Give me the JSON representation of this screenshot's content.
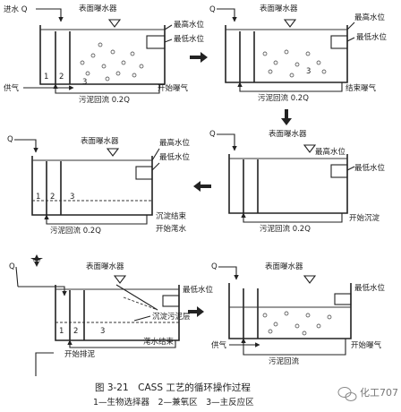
{
  "panels": {
    "p1": {
      "inflow": "进水 Q",
      "aerator": "表面曝水器",
      "high_level": "最高水位",
      "low_level": "最低水位",
      "air": "供气",
      "return": "污泥回流 0.2Q",
      "status": "开始曝气",
      "zones": [
        "1",
        "2",
        "3"
      ]
    },
    "p2": {
      "inflow": "Q",
      "aerator": "表面曝水器",
      "high_level": "最高水位",
      "low_level": "最低水位",
      "return": "污泥回流 0.2Q",
      "status": "结束曝气",
      "zones": [
        "3"
      ]
    },
    "p3": {
      "inflow": "Q",
      "aerator": "表面曝水器",
      "high_level": "最高水位",
      "low_level": "最低水位",
      "return": "污泥回流 0.2Q",
      "status": "开始沉淀",
      "zones": []
    },
    "p4": {
      "inflow": "Q",
      "aerator": "表面曝水器",
      "high_level": "最高水位",
      "low_level": "最低水位",
      "return": "污泥回流 0.2Q",
      "status_1": "沉淀结束",
      "status_2": "开始滗水",
      "zones": [
        "1",
        "2",
        "3"
      ]
    },
    "p5": {
      "inflow": "Q",
      "aerator": "表面曝水器",
      "low_level": "最低水位",
      "sludge_layer": "沉淀污泥层",
      "status_1": "滗水结束",
      "status_2": "开始排泥",
      "zones": [
        "1",
        "2",
        "3"
      ]
    },
    "p6": {
      "inflow": "Q",
      "aerator": "表面曝水器",
      "low_level": "最低水位",
      "air": "供气",
      "return": "污泥回流",
      "status": "开始曝气"
    }
  },
  "caption": "图 3-21　CASS 工艺的循环操作过程",
  "legend": "1—生物选择器　2—兼氧区　3—主反应区",
  "watermark": "化工707",
  "watermark_icon": "wechat-icon"
}
